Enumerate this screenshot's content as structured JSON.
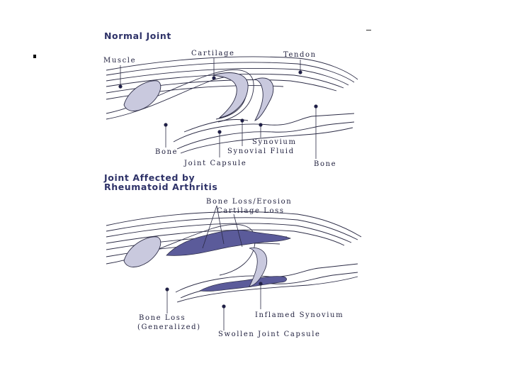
{
  "slide": {
    "bullet": "▪",
    "normal": {
      "heading": "Normal Joint",
      "labels": {
        "muscle": "Muscle",
        "cartilage": "Cartilage",
        "tendon": "Tendon",
        "synovium": "Synovium",
        "bone_left": "Bone",
        "synovial_fluid": "Synovial Fluid",
        "joint_capsule": "Joint Capsule",
        "bone_right": "Bone"
      }
    },
    "ra": {
      "heading_line1": "Joint Affected by",
      "heading_line2": "Rheumatoid Arthritis",
      "labels": {
        "bone_erosion": "Bone Loss/Erosion",
        "cartilage_loss": "Cartilage Loss",
        "bone_loss_1": "Bone Loss",
        "bone_loss_2": "(Generalized)",
        "inflamed_synovium": "Inflamed Synovium",
        "swollen_capsule": "Swollen Joint Capsule"
      }
    },
    "colors": {
      "heading": "#2e3268",
      "line": "#2b2b45",
      "fill_light": "#c9c9de",
      "fill_inflamed": "#5b5b9a",
      "dot": "#1c1c4a"
    }
  }
}
